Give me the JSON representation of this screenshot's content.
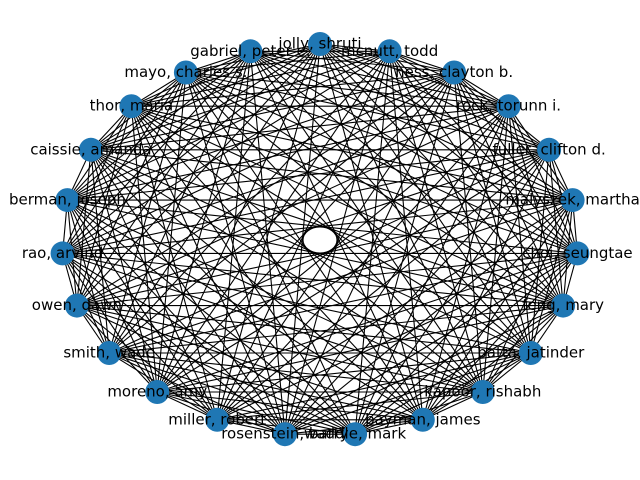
{
  "graph": {
    "node_color": "#1f77b4",
    "edge_color": "#000000",
    "self_loop_node": "center",
    "nodes": [
      {
        "id": "jolly",
        "label": "jolly, shruti"
      },
      {
        "id": "mcnutt",
        "label": "mcnutt, todd"
      },
      {
        "id": "hess",
        "label": "hess, clayton b."
      },
      {
        "id": "rock",
        "label": "rock, torunn i."
      },
      {
        "id": "fuller",
        "label": "fuller, clifton d."
      },
      {
        "id": "malyszek",
        "label": "malyszek, martha"
      },
      {
        "id": "choi",
        "label": "choi, seungtae"
      },
      {
        "id": "feng",
        "label": "feng, mary"
      },
      {
        "id": "batta",
        "label": "batta, jatinder"
      },
      {
        "id": "kapoor",
        "label": "kapoor, rishabh"
      },
      {
        "id": "bayman",
        "label": "bayman, james"
      },
      {
        "id": "waddle",
        "label": "waddle, mark"
      },
      {
        "id": "rosenstein",
        "label": "rosenstein, barry"
      },
      {
        "id": "miller",
        "label": "miller, robert"
      },
      {
        "id": "moreno",
        "label": "moreno, amy"
      },
      {
        "id": "smith",
        "label": "smith, wade"
      },
      {
        "id": "owen",
        "label": "owen, dawn"
      },
      {
        "id": "rao",
        "label": "rao, arvind"
      },
      {
        "id": "berman",
        "label": "berman, joseph"
      },
      {
        "id": "caissie",
        "label": "caissie, amanda"
      },
      {
        "id": "thor",
        "label": "thor, maria"
      },
      {
        "id": "mayo",
        "label": "mayo, charles s."
      },
      {
        "id": "gabriel",
        "label": "gabriel, peter e."
      }
    ]
  }
}
